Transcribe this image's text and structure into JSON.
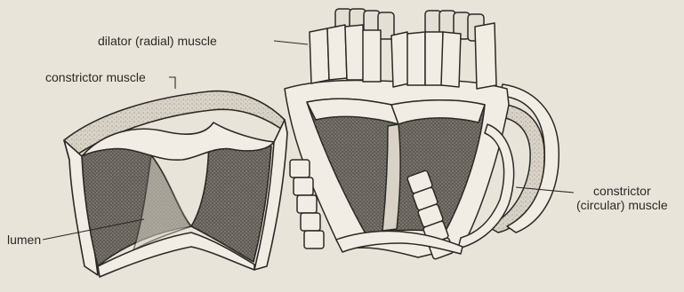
{
  "labels": {
    "dilator": "dilator (radial) muscle",
    "constrictor": "constrictor muscle",
    "lumen": "lumen",
    "circular_line1": "constrictor",
    "circular_line2": "(circular) muscle"
  },
  "colors": {
    "background": "#e9e4da",
    "outline": "#2b2926",
    "muscle_face": "#f1ede4",
    "lumen_shade": "#6e6a64"
  }
}
